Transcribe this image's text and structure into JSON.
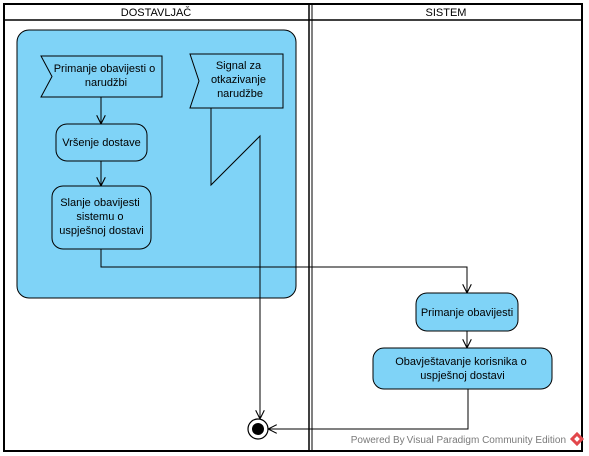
{
  "diagram": {
    "lanes": {
      "left": "DOSTAVLJAČ",
      "right": "SISTEM"
    },
    "nodes": {
      "receive_order": [
        "Primanje obavijesti o",
        "narudžbi"
      ],
      "cancel_signal": [
        "Signal za",
        "otkazivanje",
        "narudžbe"
      ],
      "delivery": "Vršenje dostave",
      "send_notice": [
        "Slanje obavijesti",
        "sistemu o",
        "uspješnoj dostavi"
      ],
      "receive_notice": "Primanje obavijesti",
      "notify_customer": [
        "Obavještavanje korisnika o",
        "uspješnoj dostavi"
      ]
    },
    "watermark": "Powered By Visual Paradigm Community Edition",
    "colors": {
      "region_fill": "#7fd3f7",
      "node_fill": "#7fd3f7",
      "line": "#000000",
      "watermark": "#7a7a7a",
      "logo": "#e2474b"
    }
  }
}
